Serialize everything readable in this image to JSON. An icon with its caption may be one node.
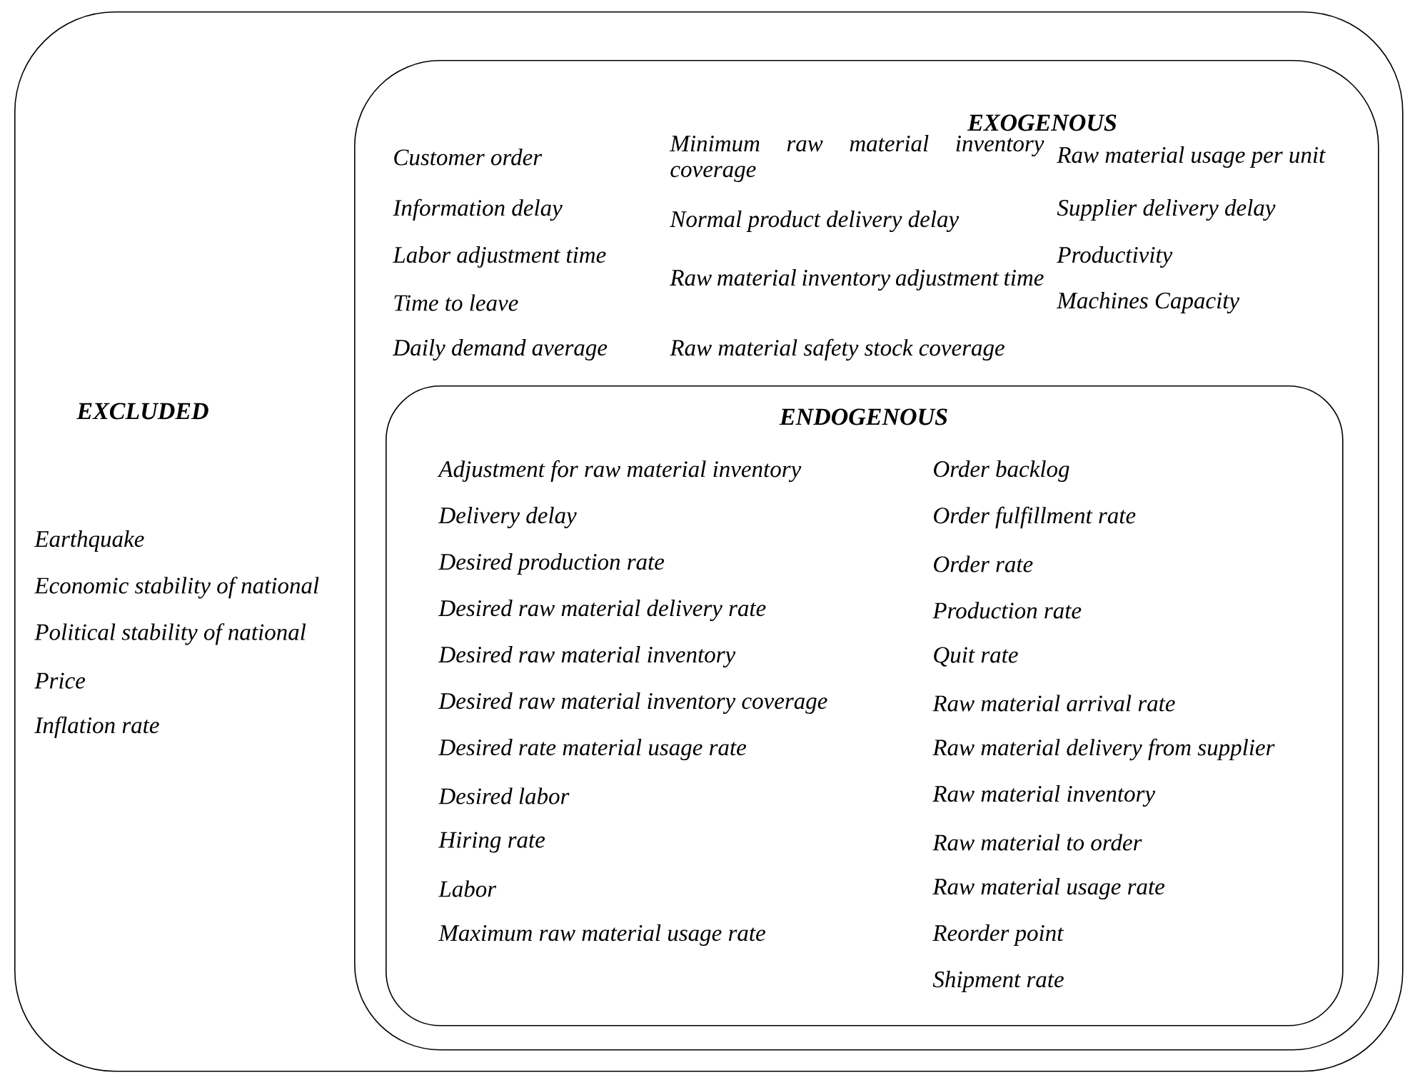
{
  "diagram": {
    "nodes": [
      {
        "text": [
          "EXCLUDED",
          "Earthquake",
          "Economic stability of national",
          "Political stability of national",
          "Price",
          "Inflation rate"
        ]
      },
      {
        "text": [
          "EXOGENOUS",
          "Customer order",
          "Information delay",
          "Labor adjustment time",
          "Time to leave",
          "Daily demand average",
          "Minimum raw material inventory coverage",
          "Normal product delivery delay",
          "Raw material inventory adjustment time",
          "Raw material safety stock coverage",
          "Raw material usage per unit",
          "Supplier delivery delay",
          "Productivity",
          "Machines Capacity"
        ],
        "in": 0
      },
      {
        "text": [
          "ENDOGENOUS",
          "Adjustment for raw material inventory",
          "Delivery delay",
          "Desired production rate",
          "Desired raw material delivery rate",
          "Desired raw material inventory",
          "Desired raw material inventory coverage",
          "Desired rate material usage rate",
          "Desired labor",
          "Hiring rate",
          "Labor",
          "Maximum raw material usage rate",
          "Order backlog",
          "Order fulfillment rate",
          "Order rate",
          "Production rate",
          "Quit rate",
          "Raw material arrival rate",
          "Raw material delivery from supplier",
          "Raw material inventory",
          "Raw material to order",
          "Raw material usage rate",
          "Reorder point",
          "Shipment rate"
        ],
        "in": 1
      }
    ]
  }
}
